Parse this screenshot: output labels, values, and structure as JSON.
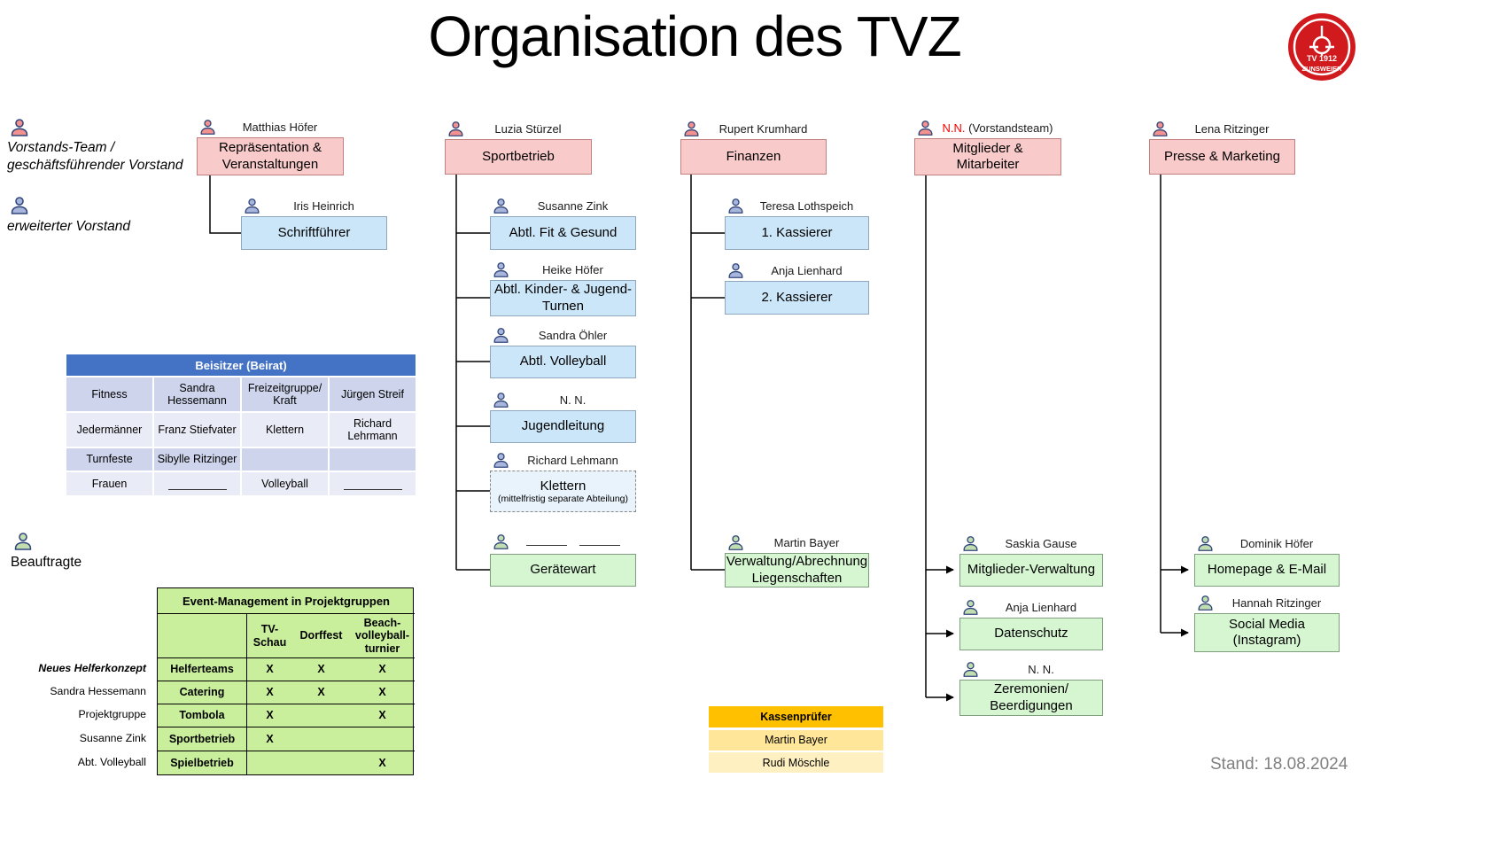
{
  "title": "Organisation des TVZ",
  "stand": "Stand: 18.08.2024",
  "logo": {
    "top": "TV 1912",
    "bottom": "ZUNSWEIER"
  },
  "legend": {
    "vorstand": "Vorstands-Team /\ngeschäftsführender Vorstand",
    "erweitert": "erweiterter Vorstand",
    "beauftragte": "Beauftragte"
  },
  "org": {
    "c1": {
      "head_name": "Matthias Höfer",
      "head": "Repräsentation &\nVeranstaltungen",
      "child_name": "Iris Heinrich",
      "child": "Schriftführer"
    },
    "c2": {
      "head_name": "Luzia Stürzel",
      "head": "Sportbetrieb",
      "k1_name": "Susanne Zink",
      "k1": "Abtl. Fit & Gesund",
      "k2_name": "Heike Höfer",
      "k2": "Abtl. Kinder- & Jugend-\nTurnen",
      "k3_name": "Sandra Öhler",
      "k3": "Abtl. Volleyball",
      "k4_name": "N. N.",
      "k4": "Jugendleitung",
      "k5_name": "Richard Lehmann",
      "k5": "Klettern",
      "k5_note": "(mittelfristig separate Abteilung)",
      "k6": "Gerätewart"
    },
    "c3": {
      "head_name": "Rupert Krumhard",
      "head": "Finanzen",
      "k1_name": "Teresa Lothspeich",
      "k1": "1. Kassierer",
      "k2_name": "Anja Lienhard",
      "k2": "2. Kassierer",
      "k3_name": "Martin Bayer",
      "k3": "Verwaltung/Abrechnung\nLiegenschaften"
    },
    "c4": {
      "head_name_red": "N.N.",
      "head_name_rest": " (Vorstandsteam)",
      "head": "Mitglieder &\nMitarbeiter",
      "k1_name": "Saskia Gause",
      "k1": "Mitglieder-Verwaltung",
      "k2_name": "Anja Lienhard",
      "k2": "Datenschutz",
      "k3_name": "N. N.",
      "k3": "Zeremonien/\nBeerdigungen"
    },
    "c5": {
      "head_name": "Lena Ritzinger",
      "head": "Presse & Marketing",
      "k1_name": "Dominik Höfer",
      "k1": "Homepage & E-Mail",
      "k2_name": "Hannah Ritzinger",
      "k2": "Social Media\n(Instagram)"
    }
  },
  "beisitzer": {
    "title": "Beisitzer (Beirat)",
    "rows": [
      [
        "Fitness",
        "Sandra\nHessemann",
        "Freizeitgruppe/\nKraft",
        "Jürgen Streif"
      ],
      [
        "Jedermänner",
        "Franz Stiefvater",
        "Klettern",
        "Richard\nLehrmann"
      ],
      [
        "Turnfeste",
        "Sibylle Ritzinger",
        "",
        ""
      ],
      [
        "Frauen",
        "",
        "Volleyball",
        ""
      ]
    ]
  },
  "event": {
    "title": "Event-Management in Projektgruppen",
    "col_headers": [
      "TV-\nSchau",
      "Dorffest",
      "Beach-\nvolleyball-\nturnier"
    ],
    "rows": [
      {
        "label": "Helferteams",
        "m1": "X",
        "m2": "X",
        "m3": "X"
      },
      {
        "label": "Catering",
        "m1": "X",
        "m2": "X",
        "m3": "X"
      },
      {
        "label": "Tombola",
        "m1": "X",
        "m2": "",
        "m3": "X"
      },
      {
        "label": "Sportbetrieb",
        "m1": "X",
        "m2": "",
        "m3": ""
      },
      {
        "label": "Spielbetrieb",
        "m1": "",
        "m2": "",
        "m3": "X"
      }
    ],
    "side_labels": [
      "Neues Helferkonzept",
      "Sandra Hessemann",
      "Projektgruppe",
      "Susanne Zink",
      "Abt. Volleyball"
    ]
  },
  "kassen": {
    "title": "Kassenprüfer",
    "rows": [
      "Martin Bayer",
      "Rudi Möschle"
    ]
  },
  "colors": {
    "head_box": "#F8CACA",
    "dept_box": "#CBE6F8",
    "assign_box": "#D5F6D1",
    "table_header_blue": "#4472C4",
    "event_green": "#C9EF9C",
    "kassen_orange": "#FFC000",
    "nn_red": "#FF0000",
    "logo_red": "#D11A1E"
  }
}
